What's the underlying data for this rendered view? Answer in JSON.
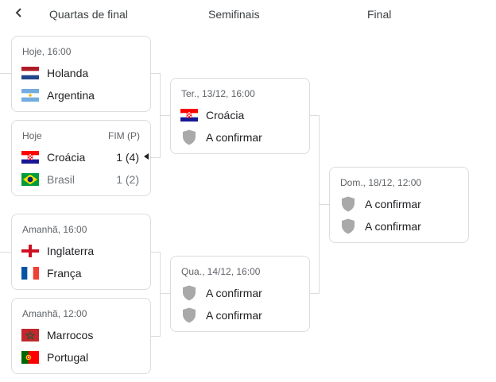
{
  "header": {
    "back_icon": "chevron-left-icon",
    "columns": [
      "Quartas de final",
      "Semifinais",
      "Final"
    ]
  },
  "quarterfinals": [
    {
      "meta": "Hoje, 16:00",
      "status": "",
      "teams": [
        {
          "name": "Holanda",
          "flag": "netherlands-flag-icon",
          "score": ""
        },
        {
          "name": "Argentina",
          "flag": "argentina-flag-icon",
          "score": ""
        }
      ]
    },
    {
      "meta": "Hoje",
      "status": "FIM (P)",
      "teams": [
        {
          "name": "Croácia",
          "flag": "croatia-flag-icon",
          "score": "1 (4)",
          "winner": true
        },
        {
          "name": "Brasil",
          "flag": "brazil-flag-icon",
          "score": "1 (2)"
        }
      ]
    },
    {
      "meta": "Amanhã, 16:00",
      "status": "",
      "teams": [
        {
          "name": "Inglaterra",
          "flag": "england-flag-icon",
          "score": ""
        },
        {
          "name": "França",
          "flag": "france-flag-icon",
          "score": ""
        }
      ]
    },
    {
      "meta": "Amanhã, 12:00",
      "status": "",
      "teams": [
        {
          "name": "Marrocos",
          "flag": "morocco-flag-icon",
          "score": ""
        },
        {
          "name": "Portugal",
          "flag": "portugal-flag-icon",
          "score": ""
        }
      ]
    }
  ],
  "semifinals": [
    {
      "meta": "Ter., 13/12, 16:00",
      "teams": [
        {
          "name": "Croácia",
          "flag": "croatia-flag-icon"
        },
        {
          "name": "A confirmar",
          "flag": "placeholder-shield-icon"
        }
      ]
    },
    {
      "meta": "Qua., 14/12, 16:00",
      "teams": [
        {
          "name": "A confirmar",
          "flag": "placeholder-shield-icon"
        },
        {
          "name": "A confirmar",
          "flag": "placeholder-shield-icon"
        }
      ]
    }
  ],
  "final": {
    "meta": "Dom., 18/12, 12:00",
    "teams": [
      {
        "name": "A confirmar",
        "flag": "placeholder-shield-icon"
      },
      {
        "name": "A confirmar",
        "flag": "placeholder-shield-icon"
      }
    ]
  },
  "colors": {
    "border": "#dadce0",
    "text": "#202124",
    "muted": "#5f6368",
    "shield": "#a9a9a9"
  }
}
